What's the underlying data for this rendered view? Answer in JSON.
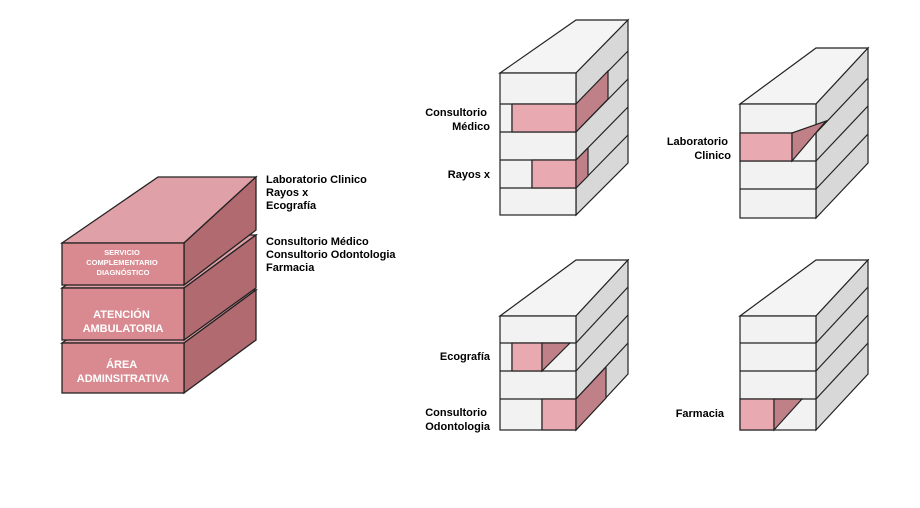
{
  "stack": {
    "levels": [
      {
        "label": [
          "SERVICIO",
          "COMPLEMENTARIO",
          "DIAGNÓSTICO"
        ]
      },
      {
        "label": [
          "ATENCIÓN",
          "AMBULATORIA"
        ]
      },
      {
        "label": [
          "ÁREA",
          "ADMINSITRATIVA"
        ]
      }
    ],
    "annotations": [
      [
        "Laboratorio Clinico",
        "Rayos x",
        "Ecografía"
      ],
      [
        "Consultorio Médico",
        "Consultorio Odontologia",
        "Farmacia"
      ]
    ]
  },
  "buildings": [
    {
      "labels": [
        [
          "Consultorio",
          "Médico"
        ],
        [
          "Rayos x"
        ]
      ]
    },
    {
      "labels": [
        [
          "Laboratorio",
          "Clinico"
        ]
      ]
    },
    {
      "labels": [
        [
          "Ecografía"
        ],
        [
          "Consultorio",
          "Odontologia"
        ]
      ]
    },
    {
      "labels": [
        [
          "Farmacia"
        ]
      ]
    }
  ],
  "colors": {
    "slab_top": "#e0a0a8",
    "slab_front": "#d98a90",
    "slab_side": "#b06a70",
    "highlight_front": "#e8aab0",
    "highlight_side": "#c08088",
    "box_front": "#f2f2f2",
    "box_top": "#f4f4f4",
    "box_side": "#d8d8d8"
  }
}
